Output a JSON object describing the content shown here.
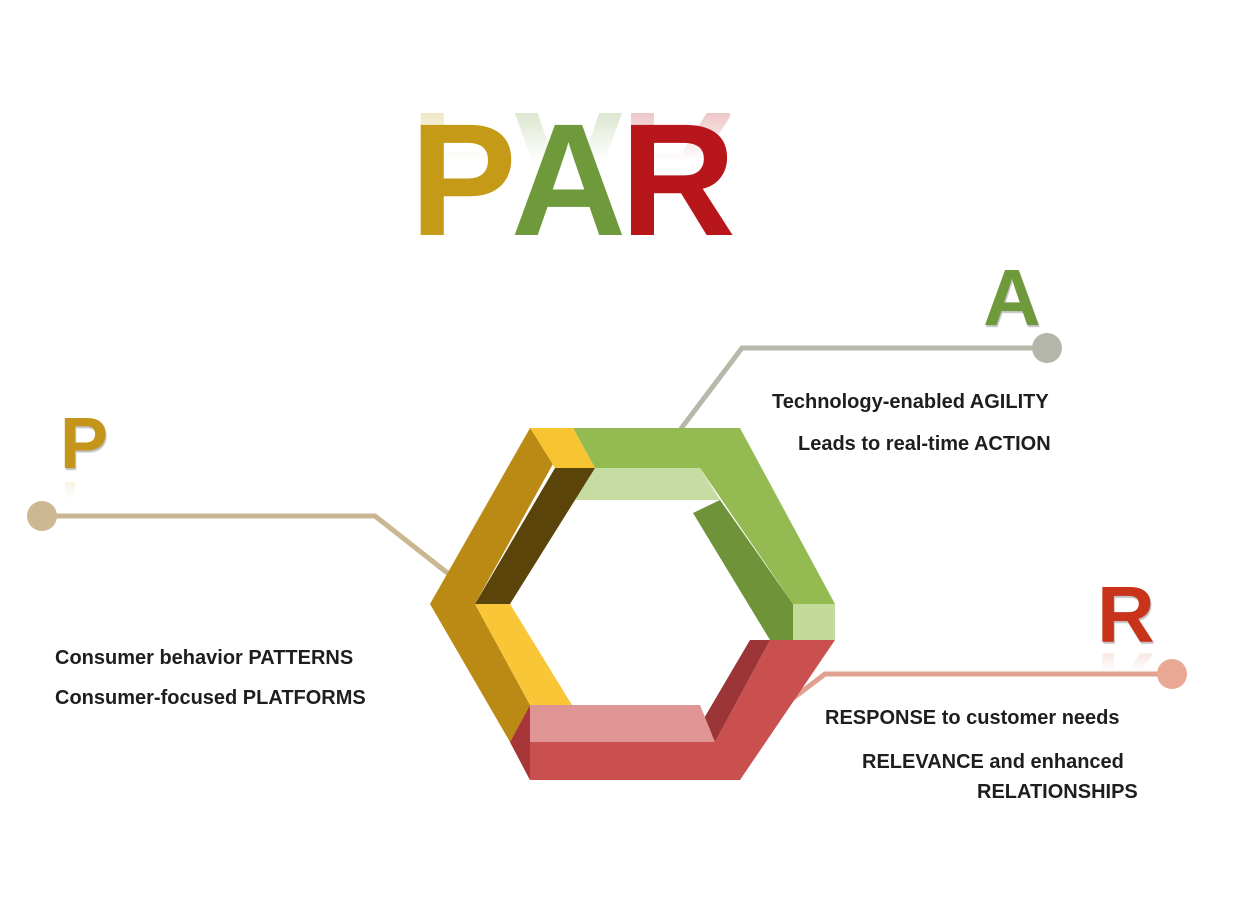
{
  "title": {
    "letters": [
      "P",
      "A",
      "R"
    ],
    "colors": [
      "#c49a16",
      "#6f9a3c",
      "#b7161b"
    ]
  },
  "sections": {
    "p": {
      "letter": "P",
      "color": "#c4951b",
      "line_color": "#c9b791",
      "lines": [
        "Consumer behavior PATTERNS",
        "Consumer-focused PLATFORMS"
      ]
    },
    "a": {
      "letter": "A",
      "color": "#6f9a3c",
      "line_color": "#b8b8aa",
      "lines": [
        "Technology-enabled AGILITY",
        "Leads to real-time ACTION"
      ]
    },
    "r": {
      "letter": "R",
      "color": "#c8331a",
      "line_color": "#e2a08e",
      "lines": [
        "RESPONSE to customer needs",
        "RELEVANCE and enhanced",
        "RELATIONSHIPS"
      ]
    }
  }
}
